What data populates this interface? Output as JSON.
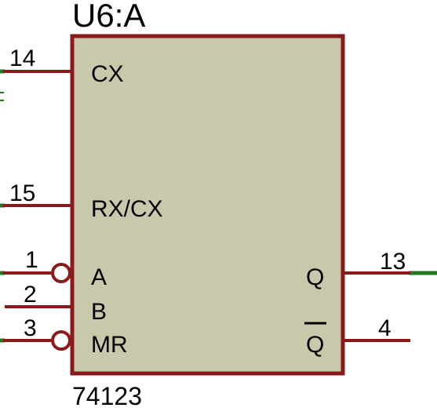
{
  "component": {
    "designator": "U6:A",
    "part_number": "74123",
    "body_color": "#c8c8aa",
    "outline_color": "#8b1a1a",
    "wire_color": "#8b1a1a",
    "net_color": "#1f7a1f",
    "pins": {
      "cx": {
        "number": "14",
        "label": "CX"
      },
      "rxcx": {
        "number": "15",
        "label": "RX/CX"
      },
      "a": {
        "number": "1",
        "label": "A",
        "inverted": true
      },
      "b": {
        "number": "2",
        "label": "B"
      },
      "mr": {
        "number": "3",
        "label": "MR",
        "inverted": true
      },
      "q": {
        "number": "13",
        "label": "Q"
      },
      "qbar": {
        "number": "4",
        "label": "Q",
        "overbar": true
      }
    }
  }
}
